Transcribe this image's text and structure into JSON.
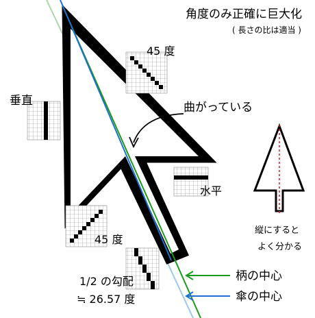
{
  "title": {
    "line1": "角度のみ正確に巨大化",
    "line2": "( 長さの比は適当 )"
  },
  "labels": {
    "deg45_top": "45 度",
    "vertical": "垂直",
    "curved": "曲がっている",
    "horizontal": "水平",
    "deg45_bottom": "45 度",
    "gradient_line1": "1/2 の勾配",
    "gradient_line2": "≒ 26.57 度",
    "note_line1": "縦にすると",
    "note_line2": "よく分かる",
    "handle_center": "柄の中心",
    "umbrella_center": "傘の中心"
  },
  "colors": {
    "handle_center": "#1a9a1a",
    "umbrella_center": "#1e6fd0",
    "light_green_line": "#a8d8a8",
    "light_blue_line": "#9cc8ea",
    "red_dashed": "#d02020"
  },
  "icons": {
    "curved_arrow": "curved-arrow-icon",
    "cursor": "arrow-cursor-icon"
  }
}
